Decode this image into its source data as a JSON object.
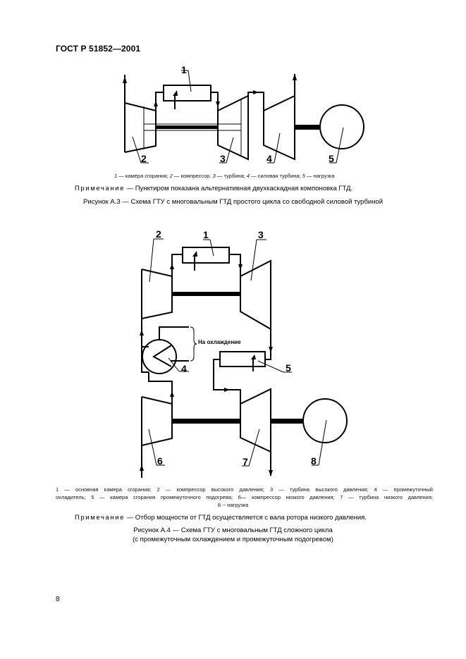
{
  "header": {
    "standard_id": "ГОСТ Р 51852—2001"
  },
  "figure_a3": {
    "labels": [
      "1",
      "2",
      "3",
      "4",
      "5"
    ],
    "legend": {
      "n1": "1",
      "t1": " — камера сгорания; ",
      "n2": "2",
      "t2": " — компрессор. ",
      "n3": "3",
      "t3": " — турбина; ",
      "n4": "4",
      "t4": " — силовая турбина; ",
      "n5": "5",
      "t5": " — нагрузка"
    },
    "note_label": "Примечание",
    "note_text": " — Пунктиром показана альтернативная двухкаскадная компоновка ГТД.",
    "caption": "Рисунок А.3 — Схема ГТУ с многовальным ГТД простого цикла со свободной силовой турбиной"
  },
  "figure_a4": {
    "labels": [
      "1",
      "2",
      "3",
      "4",
      "5",
      "6",
      "7",
      "8"
    ],
    "cooling_label": "На охлаждение",
    "legend": {
      "line1": "1 — основная камера сгорания; 2 — компрессор высокого давления; 3 — турбина высокого давления; 4 — промежуточный",
      "line2": "охладитель; 5 — камера сгорания промежуточного подогрева; 6— компрессор низкого давления; 7 — турбина низкого давления;",
      "line3": "8 -- нагрузка"
    },
    "note_label": "Примечание",
    "note_text": " — Отбор мощности от ГТД осуществляется с вала ротора низкого давления.",
    "caption_line1": "Рисунок А.4 — Схема ГТУ с многовальным ГТД сложного цикла",
    "caption_line2": "(с промежуточным охлаждением и промежуточным подогревом)"
  },
  "footer": {
    "page_number": "8"
  }
}
